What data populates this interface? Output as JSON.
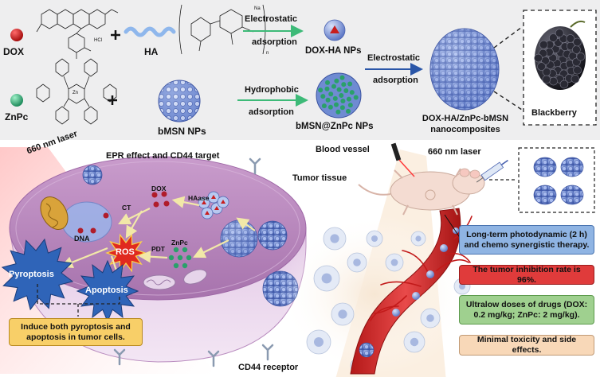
{
  "top": {
    "dox_label": "DOX",
    "ha_label": "HA",
    "znpc_label": "ZnPc",
    "bmsn_label": "bMSN NPs",
    "electrostatic_1": "Electrostatic",
    "adsorption_1": "adsorption",
    "dox_ha_label": "DOX-HA NPs",
    "hydrophobic": "Hydrophobic",
    "adsorption_2": "adsorption",
    "bmsn_znpc_label": "bMSN@ZnPc NPs",
    "electrostatic_2": "Electrostatic",
    "adsorption_3": "adsorption",
    "composite_line1": "DOX-HA/ZnPc-bMSN",
    "composite_line2": "nanocomposites",
    "blackberry": "Blackberry",
    "hcl": "HCl",
    "na": "Na",
    "zn": "Zn",
    "n_sub": "n"
  },
  "cell": {
    "laser_left": "660 nm laser",
    "epr": "EPR effect and CD44 target",
    "dox": "DOX",
    "haase": "HAase",
    "ct": "CT",
    "dna": "DNA",
    "ros": "ROS",
    "pdt": "PDT",
    "znpc": "ZnPc",
    "pyroptosis": "Pyroptosis",
    "apoptosis": "Apoptosis",
    "induce_line1": "Induce both pyroptosis and",
    "induce_line2": "apoptosis in tumor cells.",
    "cd44": "CD44 receptor"
  },
  "right": {
    "blood_vessel": "Blood vessel",
    "laser_right": "660 nm laser",
    "tumor_tissue": "Tumor tissue",
    "box1_line1": "Long-term photodynamic (2 h)",
    "box1_line2": "and chemo synergistic therapy.",
    "box2": "The tumor inhibition rate is 96%.",
    "box3_line1": "Ultralow doses of drugs (DOX:",
    "box3_line2": "0.2 mg/kg; ZnPc: 2 mg/kg).",
    "box4": "Minimal toxicity and side effects."
  },
  "colors": {
    "top_panel": "#eeeeef",
    "arrow_green": "#3dba78",
    "arrow_blue": "#2a56a8",
    "cell_purple": "#b784bc",
    "box_blue": "#8fb4e3",
    "box_red": "#e03b3b",
    "box_green": "#9fd08f",
    "box_peach": "#f8d8b8",
    "box_yellow": "#f8cf68"
  }
}
